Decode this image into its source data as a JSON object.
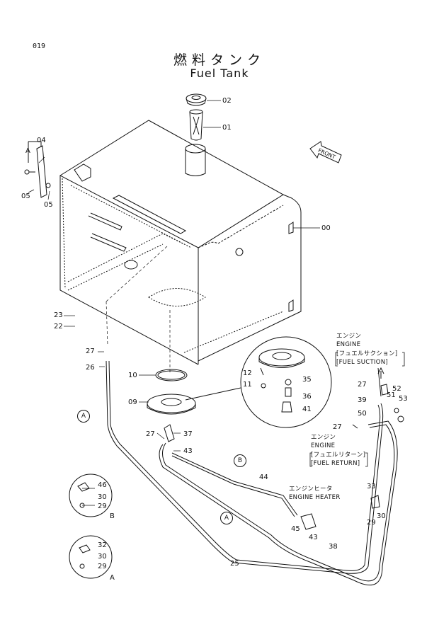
{
  "page_number": "019",
  "title_jp": "燃料タンク",
  "title_en": "Fuel Tank",
  "front_label": "FRONT",
  "parts": {
    "p00": "00",
    "p01": "01",
    "p02": "02",
    "p04": "04",
    "p05a": "05",
    "p05b": "05",
    "p09": "09",
    "p10": "10",
    "p11": "11",
    "p12": "12",
    "p22": "22",
    "p23": "23",
    "p25": "25",
    "p26": "26",
    "p27a": "27",
    "p27b": "27",
    "p27c": "27",
    "p27d": "27",
    "p29a": "29",
    "p29b": "29",
    "p29c": "29",
    "p30a": "30",
    "p30b": "30",
    "p30c": "30",
    "p32": "32",
    "p33": "33",
    "p35": "35",
    "p36": "36",
    "p37": "37",
    "p38": "38",
    "p39": "39",
    "p41": "41",
    "p43a": "43",
    "p43b": "43",
    "p44": "44",
    "p45": "45",
    "p46": "46",
    "p50": "50",
    "p51": "51",
    "p52": "52",
    "p53": "53"
  },
  "refs": {
    "a_top": "A",
    "a_pipe": "A",
    "a_mid": "A",
    "b_pipe": "B",
    "b_inset": "B",
    "a_inset": "A"
  },
  "notes": {
    "suction_jp": "エンジン",
    "suction_en": "ENGINE",
    "suction_sub_jp": "[フュエルサクション]",
    "suction_sub_en": "[FUEL SUCTION]",
    "return_jp": "エンジン",
    "return_en": "ENGINE",
    "return_sub_jp": "[フュエルリターン]",
    "return_sub_en": "[FUEL RETURN]",
    "heater_jp": "エンジンヒータ",
    "heater_en": "ENGINE HEATER"
  }
}
